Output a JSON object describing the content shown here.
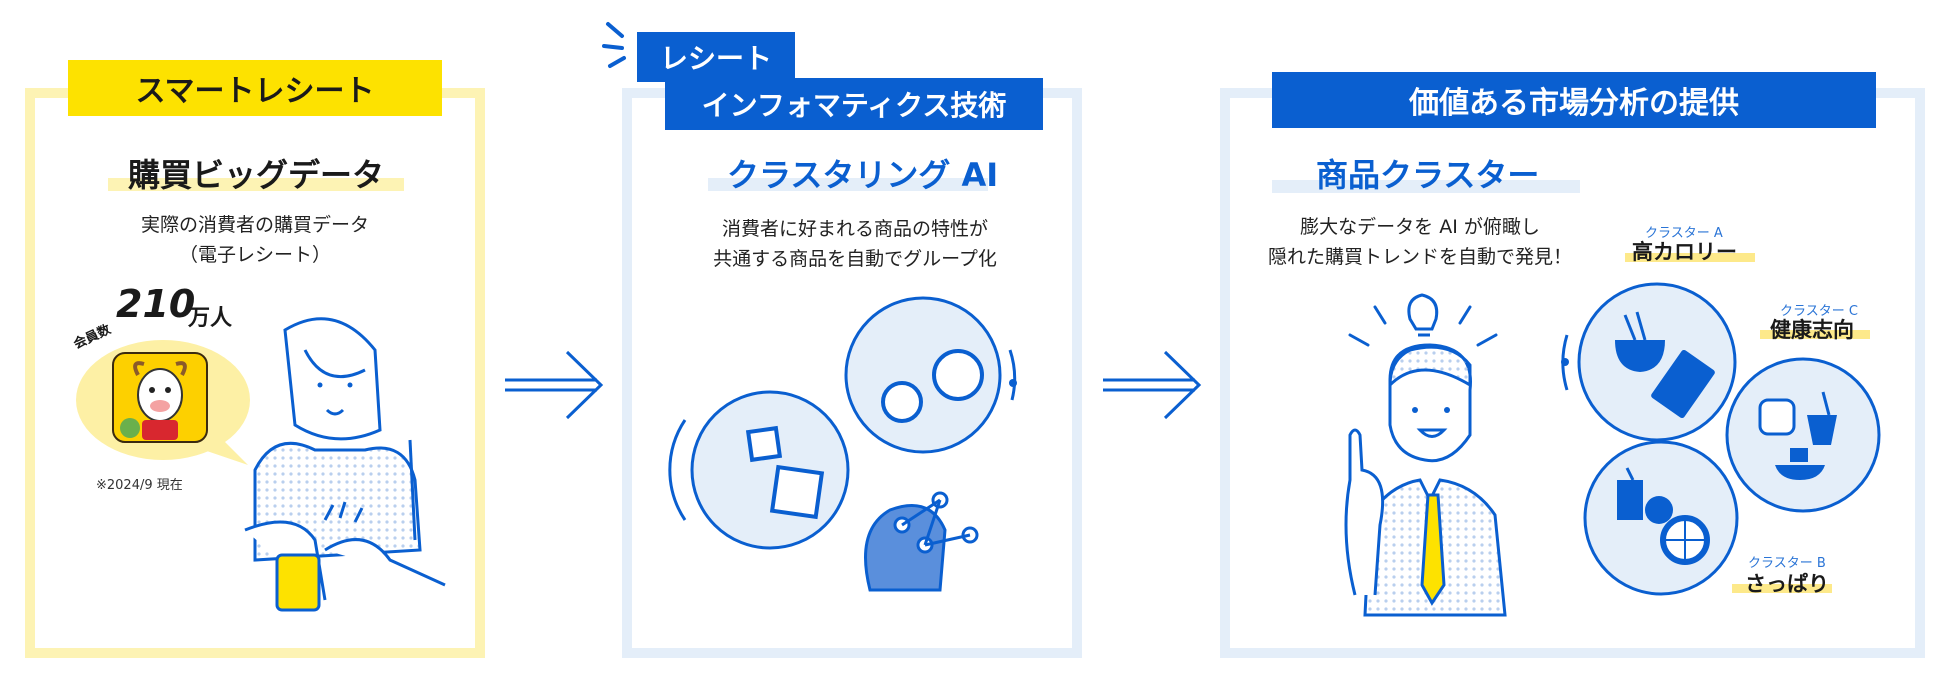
{
  "step1": {
    "tab_label": "スマートレシート",
    "title": "購買ビッグデータ",
    "desc_line1": "実際の消費者の購買データ",
    "desc_line2": "（電子レシート）",
    "members_label": "会員数",
    "members_value": "210",
    "members_unit": "万人",
    "note": "※2024/9 現在"
  },
  "step2": {
    "tab_label_line1": "レシート",
    "tab_label_line2": "インフォマティクス技術",
    "title": "クラスタリング AI",
    "desc_line1": "消費者に好まれる商品の特性が",
    "desc_line2": "共通する商品を自動でグループ化"
  },
  "step3": {
    "tab_label": "価値ある市場分析の提供",
    "title": "商品クラスター",
    "desc_line1": "膨大なデータを AI が俯瞰し",
    "desc_line2": "隠れた購買トレンドを自動で発見！",
    "clusters": [
      {
        "tag": "クラスター A",
        "name": "高カロリー"
      },
      {
        "tag": "クラスター C",
        "name": "健康志向"
      },
      {
        "tag": "クラスター B",
        "name": "さっぱり"
      }
    ]
  },
  "colors": {
    "brand_blue": "#0a5fd0",
    "yellow": "#fde200",
    "yellow_light": "#fdf3b4",
    "blue_light": "#e4eef9"
  }
}
